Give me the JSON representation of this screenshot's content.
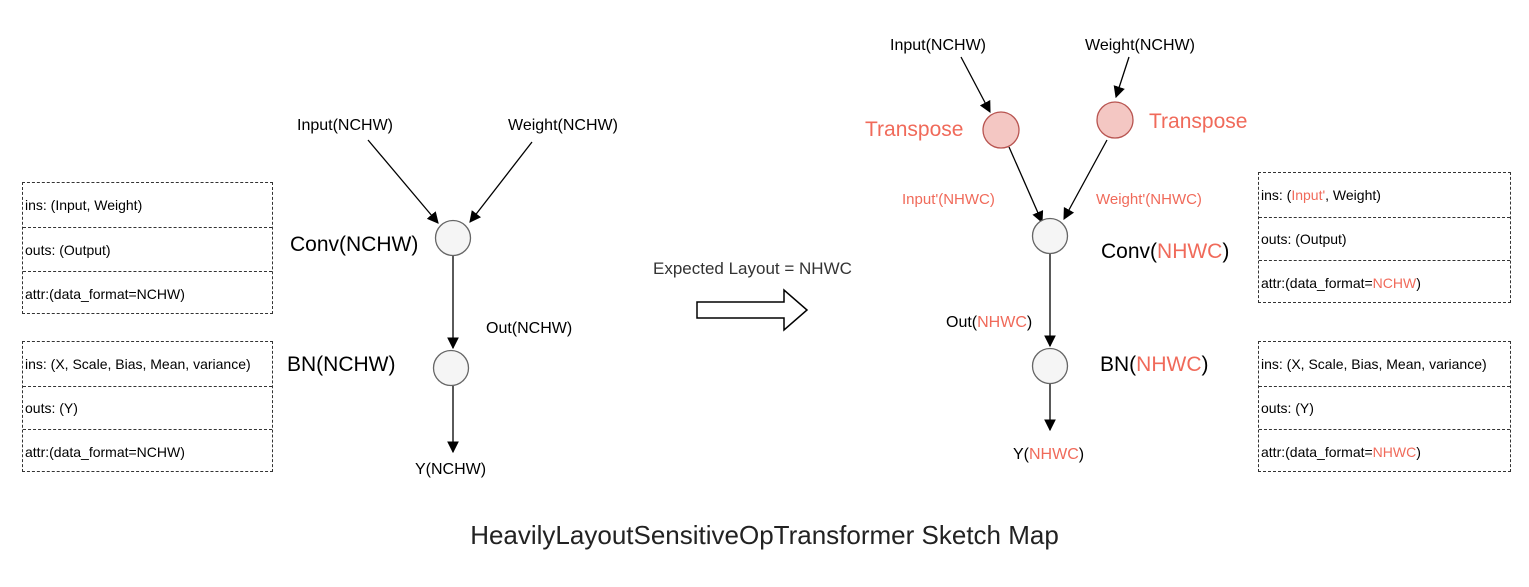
{
  "left": {
    "input_label": "Input(NCHW)",
    "weight_label": "Weight(NCHW)",
    "conv_label": "Conv(NCHW)",
    "out_label": "Out(NCHW)",
    "bn_label": "BN(NCHW)",
    "y_label": "Y(NCHW)",
    "conv_box": {
      "ins": "ins: (Input, Weight)",
      "outs": "outs: (Output)",
      "attr": "attr:(data_format=NCHW)"
    },
    "bn_box": {
      "ins": "ins: (X, Scale, Bias, Mean, variance)",
      "outs": "outs: (Y)",
      "attr": "attr:(data_format=NCHW)"
    }
  },
  "middle": {
    "expected_layout": "Expected Layout = NHWC"
  },
  "right": {
    "input_label": "Input(NCHW)",
    "weight_label": "Weight(NCHW)",
    "transpose_left": "Transpose",
    "transpose_right": "Transpose",
    "input_prime": "Input'(NHWC)",
    "weight_prime": "Weight'(NHWC)",
    "conv_prefix": "Conv(",
    "conv_layout": "NHWC",
    "conv_suffix": ")",
    "out_prefix": "Out(",
    "out_layout": "NHWC",
    "out_suffix": ")",
    "bn_prefix": "BN(",
    "bn_layout": "NHWC",
    "bn_suffix": ")",
    "y_prefix": "Y(",
    "y_layout": "NHWC",
    "y_suffix": ")",
    "conv_box": {
      "ins_prefix": "ins: (",
      "ins_highlight": "Input'",
      "ins_suffix": ", Weight)",
      "outs": "outs: (Output)",
      "attr_prefix": "attr:(data_format=",
      "attr_highlight": "NCHW",
      "attr_suffix": ")"
    },
    "bn_box": {
      "ins": "ins: (X, Scale, Bias, Mean, variance)",
      "outs": "outs: (Y)",
      "attr_prefix": "attr:(data_format=",
      "attr_highlight": "NHWC",
      "attr_suffix": ")"
    }
  },
  "caption": "HeavilyLayoutSensitiveOpTransformer Sketch Map",
  "colors": {
    "highlight": "#f06a5a",
    "transpose_fill": "#f4c7c3",
    "transpose_stroke": "#b85450",
    "node_fill": "#f5f5f5",
    "node_stroke": "#666666"
  }
}
